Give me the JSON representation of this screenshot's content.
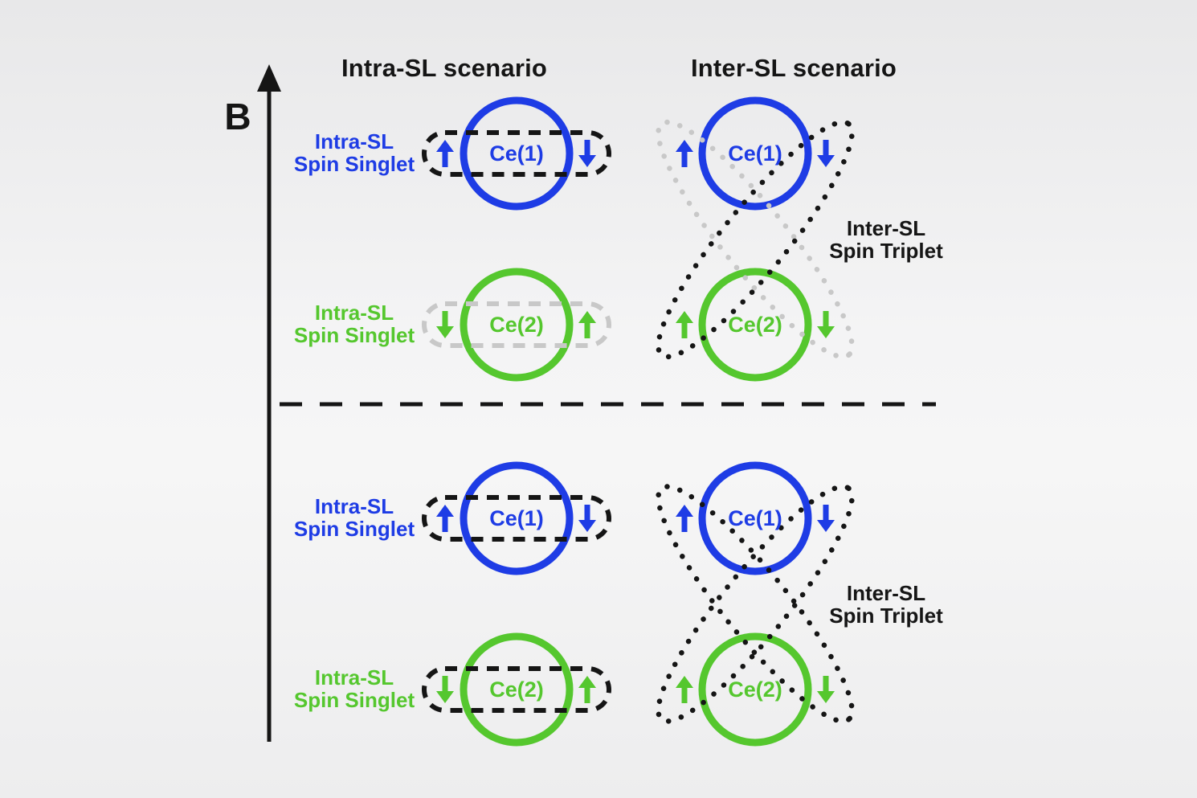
{
  "figure": {
    "field_label": "B",
    "column_titles": {
      "intra": "Intra-SL scenario",
      "inter": "Inter-SL scenario"
    }
  },
  "colors": {
    "blue": "#1E3CE5",
    "green": "#55C72E",
    "black": "#151515",
    "gray": "#C8C8C8",
    "background_top": "#E8E8E9",
    "background_bottom": "#EDEDEE"
  },
  "halves": [
    {
      "name": "upper-half",
      "intra_rows": [
        {
          "ion": "Ce(1)",
          "ion_color": "blue",
          "left_spin": "up",
          "right_spin": "down",
          "capsule_color": "black",
          "label_line1": "Intra-SL",
          "label_line2": "Spin Singlet"
        },
        {
          "ion": "Ce(2)",
          "ion_color": "green",
          "left_spin": "down",
          "right_spin": "up",
          "capsule_color": "gray",
          "label_line1": "Intra-SL",
          "label_line2": "Spin Singlet"
        }
      ],
      "inter_rows": [
        {
          "ion": "Ce(1)",
          "ion_color": "blue",
          "left_spin": "up",
          "right_spin": "down"
        },
        {
          "ion": "Ce(2)",
          "ion_color": "green",
          "left_spin": "up",
          "right_spin": "down"
        }
      ],
      "inter_loops": [
        {
          "orientation": "tl-br",
          "color": "gray"
        },
        {
          "orientation": "tr-bl",
          "color": "black"
        }
      ],
      "inter_label_line1": "Inter-SL",
      "inter_label_line2": "Spin Triplet"
    },
    {
      "name": "lower-half",
      "intra_rows": [
        {
          "ion": "Ce(1)",
          "ion_color": "blue",
          "left_spin": "up",
          "right_spin": "down",
          "capsule_color": "black",
          "label_line1": "Intra-SL",
          "label_line2": "Spin Singlet"
        },
        {
          "ion": "Ce(2)",
          "ion_color": "green",
          "left_spin": "down",
          "right_spin": "up",
          "capsule_color": "black",
          "label_line1": "Intra-SL",
          "label_line2": "Spin Singlet"
        }
      ],
      "inter_rows": [
        {
          "ion": "Ce(1)",
          "ion_color": "blue",
          "left_spin": "up",
          "right_spin": "down"
        },
        {
          "ion": "Ce(2)",
          "ion_color": "green",
          "left_spin": "up",
          "right_spin": "down"
        }
      ],
      "inter_loops": [
        {
          "orientation": "tl-br",
          "color": "black"
        },
        {
          "orientation": "tr-bl",
          "color": "black"
        }
      ],
      "inter_label_line1": "Inter-SL",
      "inter_label_line2": "Spin Triplet"
    }
  ]
}
